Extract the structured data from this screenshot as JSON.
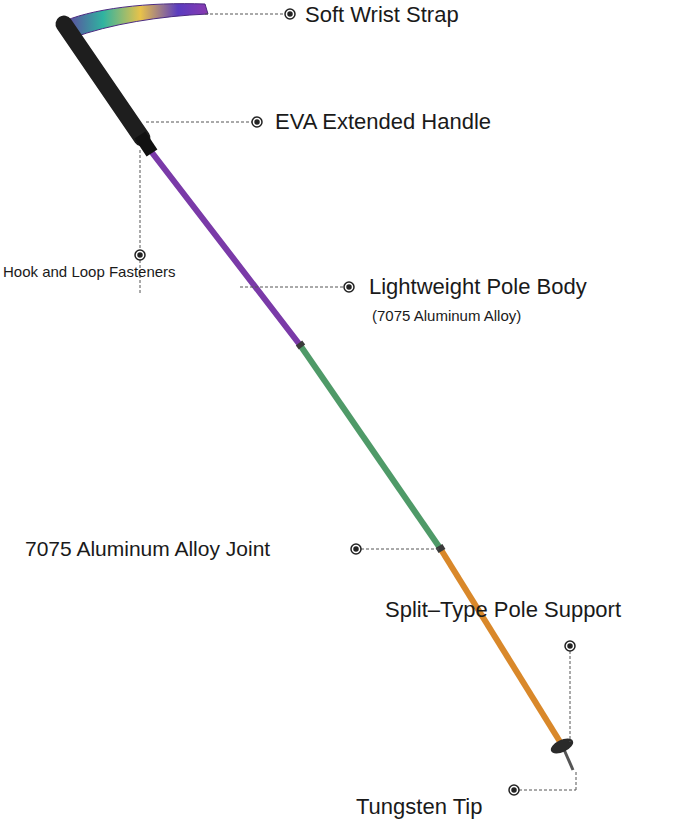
{
  "diagram": {
    "labels": [
      "Soft Wrist Strap",
      "EVA Extended Handle",
      "Hook and Loop Fasteners",
      "Lightweight Pole Body",
      "(7075 Aluminum Alloy)",
      "7075 Aluminum Alloy Joint",
      "Split–Type Pole Support",
      "Tungsten Tip"
    ]
  }
}
